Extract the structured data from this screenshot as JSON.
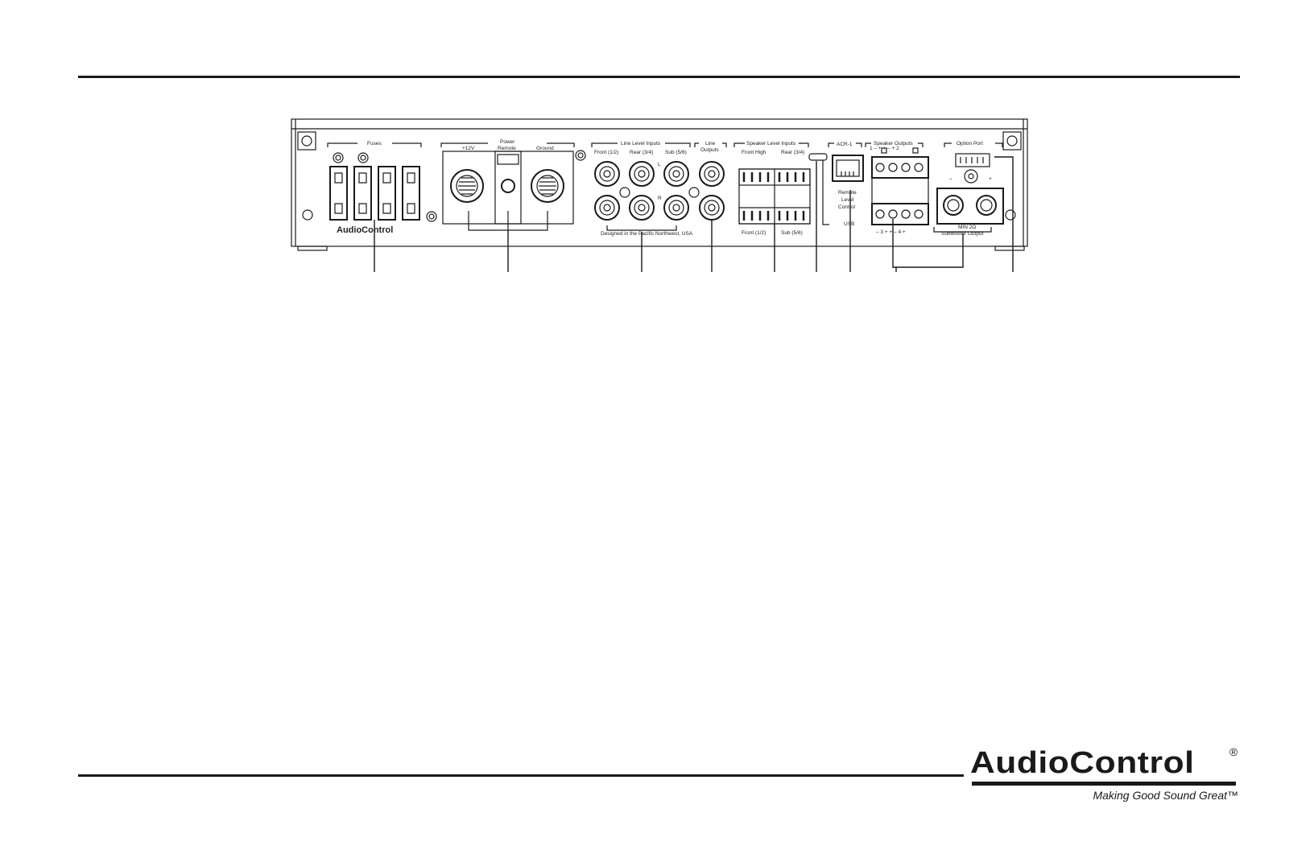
{
  "diagram": {
    "sections": {
      "fuses": "Fuses",
      "power": "Power",
      "remote": "Remote",
      "plus12v": "+12V",
      "ground": "Ground",
      "line_inputs": "Line Level Inputs",
      "front_12": "Front (1/2)",
      "rear_34": "Rear (3/4)",
      "sub_56": "Sub (5/6)",
      "line_outputs_1": "Line",
      "line_outputs_2": "Outputs",
      "speaker_inputs": "Speaker Level Inputs",
      "front_high": "Front High",
      "rear_34_b": "Rear (3/4)",
      "front_12_b": "Front (1/2)",
      "sub_56_b": "Sub (5/6)",
      "acr": "ACR-1",
      "remote_level_1": "Remote",
      "remote_level_2": "Level",
      "remote_level_3": "Control",
      "usb": "USB",
      "speaker_outputs": "Speaker Outputs",
      "option_port": "Option Port",
      "minus": "–",
      "plus": "+",
      "sub_output_1": "MIN 2Ω",
      "sub_output_2": "Subwoofer Output",
      "designed": "Designed in the Pacific Northwest, USA",
      "r_mark": "R",
      "l_mark": "L",
      "brand_small": "AudioControl"
    },
    "spk_out_top": "1 –   + + –   + 2",
    "spk_out_bottom": "– 3  + + –  4 +"
  },
  "footer": {
    "brand": "AudioControl",
    "registered": "®",
    "tagline": "Making Good Sound Great™"
  }
}
